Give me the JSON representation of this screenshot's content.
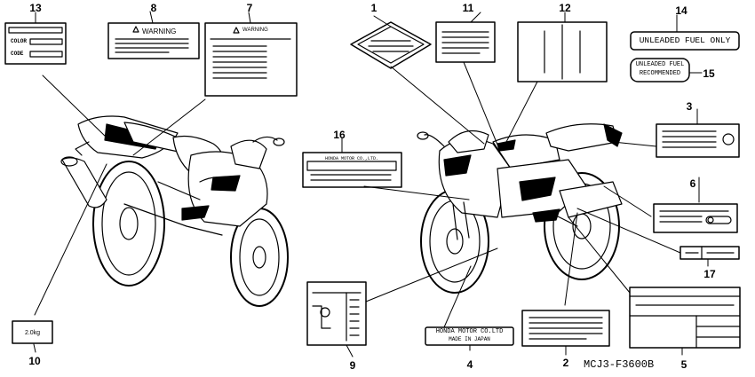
{
  "diagram_code": "MCJ3-F3600B",
  "callouts": [
    "1",
    "2",
    "3",
    "4",
    "5",
    "6",
    "7",
    "8",
    "9",
    "10",
    "11",
    "12",
    "13",
    "14",
    "15",
    "16",
    "17"
  ],
  "label_texts": {
    "warning_8": "WARNING",
    "warning_7": "WARNING",
    "color": "COLOR",
    "code": "CODE",
    "unleaded_only": "UNLEADED FUEL ONLY",
    "unleaded_rec_1": "UNLEADED FUEL",
    "unleaded_rec_2": "RECOMMENDED",
    "honda_16": "HONDA MOTOR CO.,LTD.",
    "honda_4_1": "HONDA MOTOR CO.LTD",
    "honda_4_2": "MADE IN JAPAN",
    "weight_10": "2.0kg"
  }
}
